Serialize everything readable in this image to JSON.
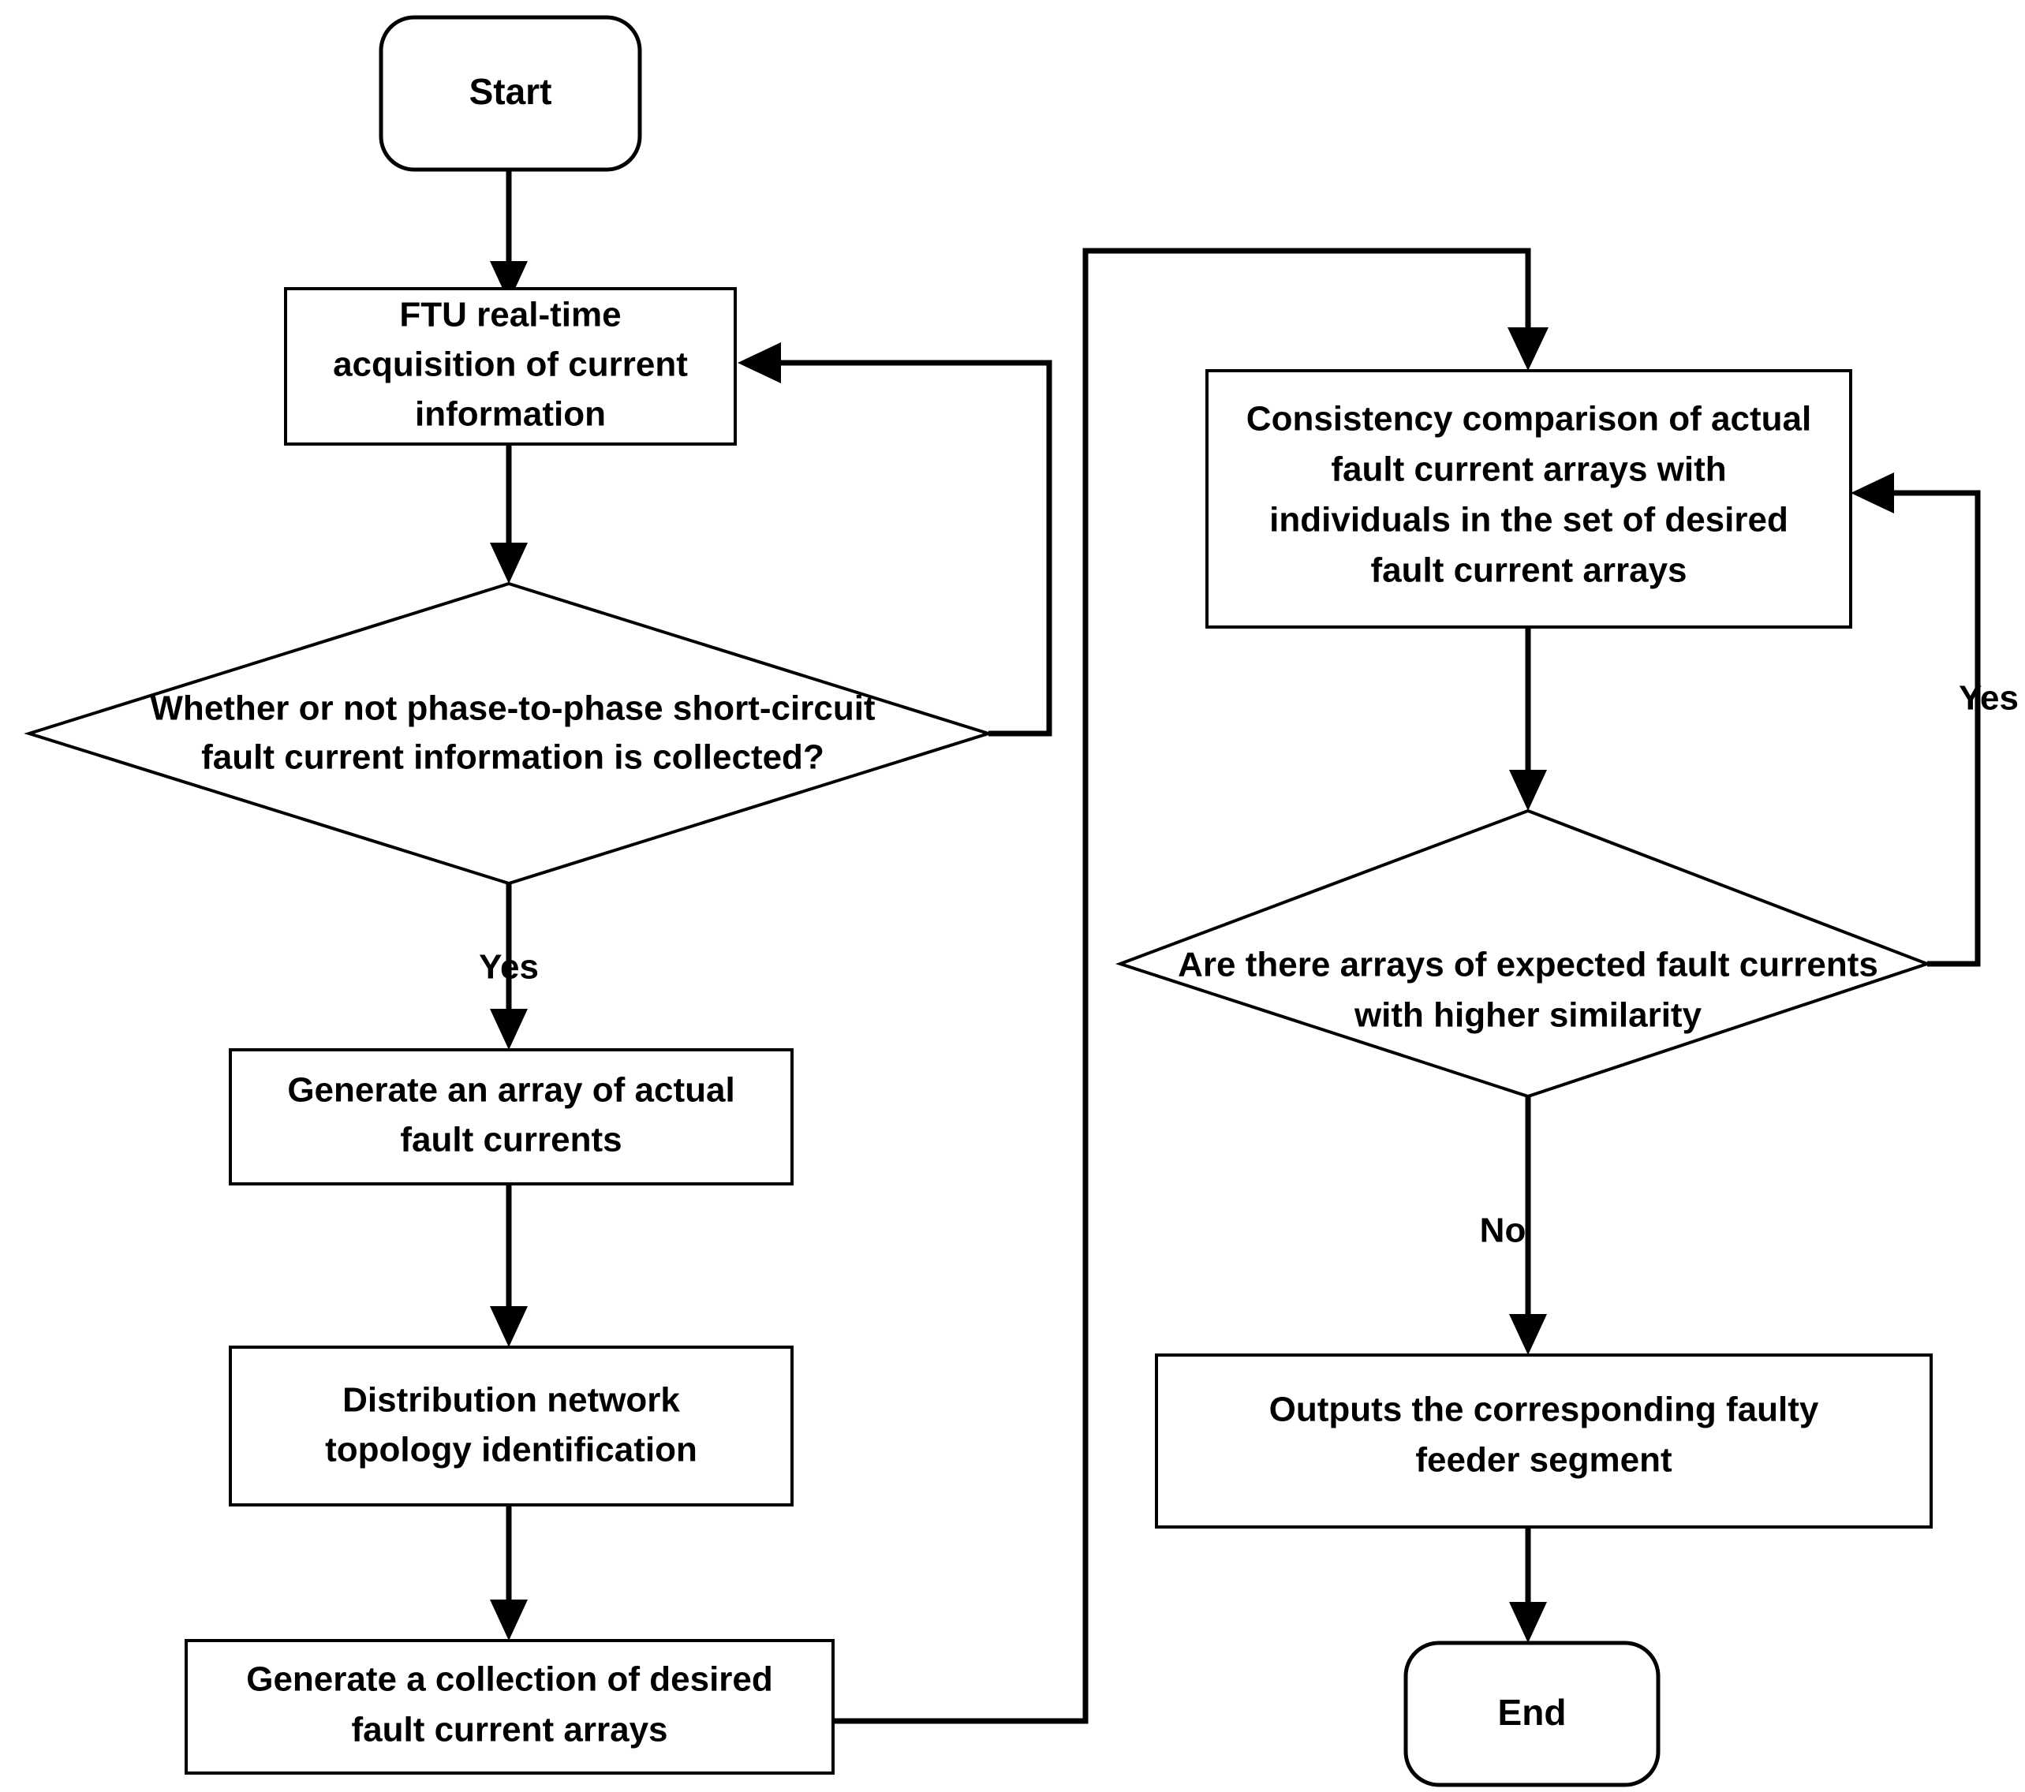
{
  "diagram": {
    "type": "flowchart",
    "orientation": "two-column",
    "background_color": "#ffffff",
    "line_color": "#000000",
    "fill_color": "#ffffff",
    "nodes": {
      "start": {
        "id": "start",
        "shape": "rounded-terminator",
        "label": "Start"
      },
      "ftu": {
        "id": "ftu",
        "shape": "process",
        "line1": "FTU real-time",
        "line2": "acquisition of current",
        "line3": "information"
      },
      "decision1": {
        "id": "decision1",
        "shape": "decision",
        "line1": "Whether or not phase-to-phase short-circuit",
        "line2": "fault current information is collected?"
      },
      "generate_actual": {
        "id": "generate_actual",
        "shape": "process",
        "line1": "Generate an array of actual",
        "line2": "fault currents"
      },
      "topology": {
        "id": "topology",
        "shape": "process",
        "line1": "Distribution network",
        "line2": "topology identification"
      },
      "generate_desired": {
        "id": "generate_desired",
        "shape": "process",
        "line1": "Generate a collection of desired",
        "line2": "fault current arrays"
      },
      "consistency": {
        "id": "consistency",
        "shape": "process",
        "line1": "Consistency comparison of actual",
        "line2": "fault current arrays with",
        "line3": "individuals in the set of desired",
        "line4": "fault current arrays"
      },
      "decision2": {
        "id": "decision2",
        "shape": "decision",
        "line1": "Are there arrays of expected fault currents",
        "line2": "with higher similarity"
      },
      "output": {
        "id": "output",
        "shape": "process",
        "line1": "Outputs the corresponding faulty",
        "line2": "feeder segment"
      },
      "end": {
        "id": "end",
        "shape": "rounded-terminator",
        "label": "End"
      }
    },
    "edge_labels": {
      "decision1_yes": "Yes",
      "decision2_no": "No",
      "decision2_yes": "Yes"
    },
    "edges": [
      {
        "from": "start",
        "to": "ftu",
        "label": ""
      },
      {
        "from": "ftu",
        "to": "decision1",
        "label": ""
      },
      {
        "from": "decision1",
        "to": "generate_actual",
        "label": "Yes"
      },
      {
        "from": "decision1",
        "to": "ftu",
        "label": "",
        "route": "right-up-left-loop"
      },
      {
        "from": "generate_actual",
        "to": "topology",
        "label": ""
      },
      {
        "from": "topology",
        "to": "generate_desired",
        "label": ""
      },
      {
        "from": "generate_desired",
        "to": "consistency",
        "label": "",
        "route": "right-up-right-down"
      },
      {
        "from": "consistency",
        "to": "decision2",
        "label": ""
      },
      {
        "from": "decision2",
        "to": "output",
        "label": "No"
      },
      {
        "from": "decision2",
        "to": "consistency",
        "label": "Yes",
        "route": "right-up-left-loop"
      },
      {
        "from": "output",
        "to": "end",
        "label": ""
      }
    ]
  }
}
